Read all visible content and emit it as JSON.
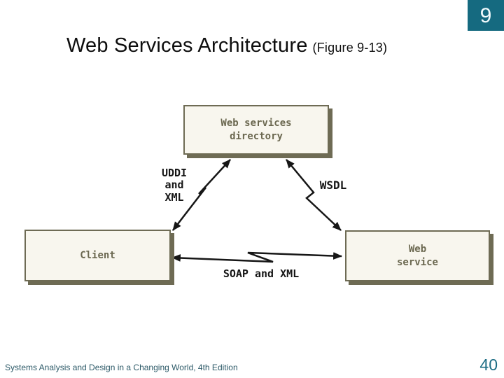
{
  "slide": {
    "chapter_badge": "9",
    "title": "Web Services Architecture",
    "title_suffix": "(Figure 9-13)",
    "footer": "Systems Analysis and Design in a Changing World, 4th Edition",
    "page_number": "40"
  },
  "diagram": {
    "directory_box": {
      "line1": "Web services",
      "line2": "directory"
    },
    "client_box": {
      "line1": "Client"
    },
    "service_box": {
      "line1": "Web",
      "line2": "service"
    },
    "uddi_label": {
      "line1": "UDDI",
      "line2": "and",
      "line3": "XML"
    },
    "wsdl_label": "WSDL",
    "soap_label": "SOAP and XML"
  },
  "colors": {
    "accent_teal": "#156a80",
    "footer_teal": "#2d5a68",
    "box_olive": "#6e6b54",
    "box_text_olive": "#6b6850",
    "box_fill_cream": "#f8f6ee",
    "arrow_black": "#161616"
  }
}
